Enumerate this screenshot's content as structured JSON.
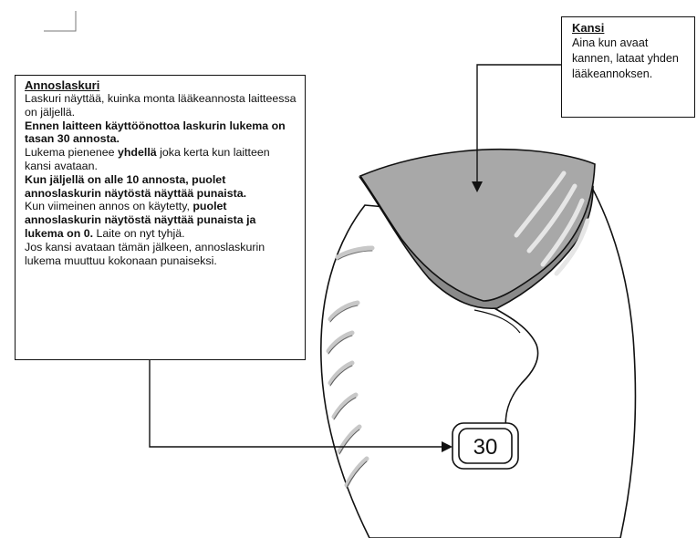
{
  "annoslaskuri": {
    "title": "Annoslaskuri",
    "line1": "Laskuri näyttää, kuinka monta lääkeannosta laitteessa on jäljellä.",
    "line2_bold": "Ennen laitteen käyttöönottoa laskurin lukema on tasan 30 annosta.",
    "line3_pre": "Lukema pienenee ",
    "line3_bold": "yhdellä",
    "line3_post": " joka kerta kun laitteen kansi avataan.",
    "line4_bold": "Kun jäljellä on alle 10 annosta, puolet annoslaskurin näytöstä näyttää punaista.",
    "line5_pre": "Kun viimeinen annos on käytetty, ",
    "line5_bold": "puolet annoslaskurin näytöstä näyttää punaista ja lukema on 0.",
    "line5_post": " Laite on nyt tyhjä.",
    "line6": "Jos kansi avataan tämän jälkeen, annoslaskurin lukema muuttuu kokonaan punaiseksi."
  },
  "kansi": {
    "title": "Kansi",
    "text": "Aina kun avaat kannen, lataat yhden lääkeannoksen."
  },
  "counter": {
    "value": "30"
  },
  "colors": {
    "cap_fill": "#a8a8a8",
    "outline": "#111111",
    "highlight": "#e6e6e6"
  }
}
